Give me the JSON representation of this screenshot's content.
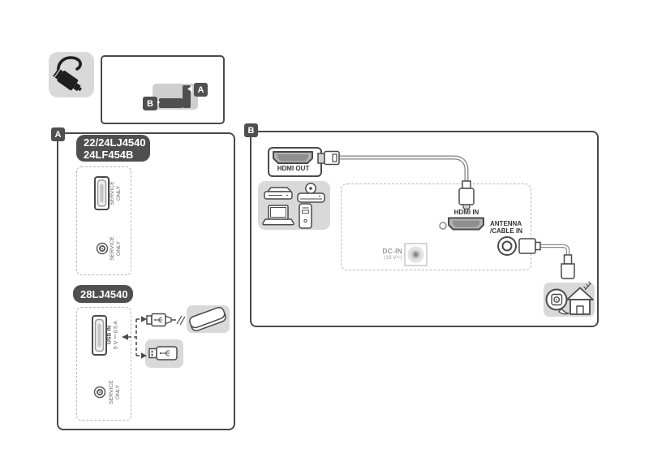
{
  "colors": {
    "badge_bg": "#4f4f4f",
    "panel_border": "#4a4a4a",
    "grey_box": "#d9d9d9",
    "port_fill": "#b3b3b3",
    "cable_grey": "#8a8a8a",
    "label_dark": "#333333",
    "label_grey": "#6a6a6a",
    "label_light": "#9b9b9b"
  },
  "overview": {
    "badge_a": "A",
    "badge_b": "B"
  },
  "panel_a": {
    "badge": "A",
    "model_badge_top_line1": "22/24LJ4540",
    "model_badge_top_line2": "24LF454B",
    "service_only_line1": "SERVICE",
    "service_only_line2": "ONLY",
    "model_badge_bottom": "28LJ4540",
    "usb_in_line1": "USB IN",
    "usb_in_line2": "5 V ⎓ 0.5 A"
  },
  "panel_b": {
    "badge": "B",
    "hdmi_out_label": "HDMI OUT",
    "hdmi_in_label": "HDMI IN",
    "antenna_line1": "ANTENNA",
    "antenna_line2": "/CABLE IN",
    "dc_in_line1": "DC-IN",
    "dc_in_line2": "(19 V⎓)"
  }
}
